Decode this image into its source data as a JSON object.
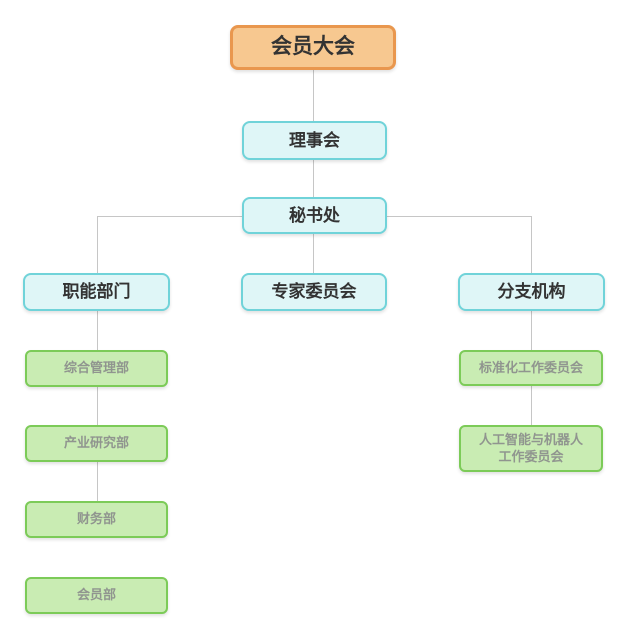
{
  "diagram": {
    "type": "org-chart",
    "nodes": {
      "assembly": {
        "label": "会员大会",
        "level": "root"
      },
      "council": {
        "label": "理事会",
        "level": "mid"
      },
      "secretariat": {
        "label": "秘书处",
        "level": "mid"
      },
      "functional": {
        "label": "职能部门",
        "level": "mid"
      },
      "expert": {
        "label": "专家委员会",
        "level": "mid"
      },
      "branch": {
        "label": "分支机构",
        "level": "mid"
      },
      "general_mgmt": {
        "label": "综合管理部",
        "level": "leaf"
      },
      "industry_research": {
        "label": "产业研究部",
        "level": "leaf"
      },
      "finance": {
        "label": "财务部",
        "level": "leaf"
      },
      "membership": {
        "label": "会员部",
        "level": "leaf"
      },
      "standardization": {
        "label": "标准化工作委员会",
        "level": "leaf"
      },
      "ai_robotics": {
        "label": "人工智能与机器人\n工作委员会",
        "level": "leaf"
      }
    },
    "edges": [
      [
        "会员大会",
        "理事会"
      ],
      [
        "理事会",
        "秘书处"
      ],
      [
        "秘书处",
        "职能部门"
      ],
      [
        "秘书处",
        "专家委员会"
      ],
      [
        "秘书处",
        "分支机构"
      ],
      [
        "职能部门",
        "综合管理部"
      ],
      [
        "综合管理部",
        "产业研究部"
      ],
      [
        "产业研究部",
        "财务部"
      ],
      [
        "分支机构",
        "标准化工作委员会"
      ],
      [
        "标准化工作委员会",
        "人工智能与机器人工作委员会"
      ]
    ],
    "colors": {
      "root_fill": "#F7C890",
      "root_border": "#E9974E",
      "branch_fill": "#DFF6F7",
      "branch_border": "#70D3D9",
      "leaf_fill": "#C9ECB3",
      "leaf_border": "#7CCB58",
      "leaf_text": "#90958F",
      "text": "#333333",
      "connector": "#C6C6C6"
    }
  }
}
